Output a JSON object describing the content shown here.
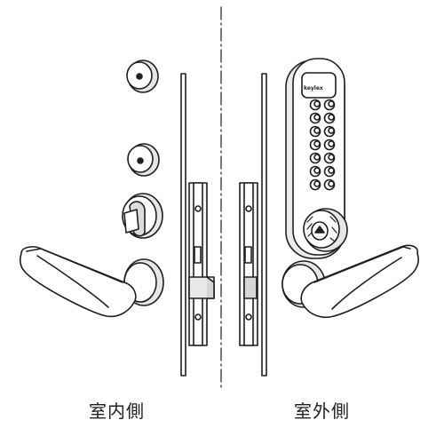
{
  "labels": {
    "inside": "室内側",
    "outside": "室外側"
  },
  "brand_mark": "keylex",
  "colors": {
    "line": "#1f1f1f",
    "fill": "#ffffff",
    "shade": "#d9d9d9"
  },
  "icons": {
    "keypad_buttons": "round-push-button",
    "divider": "dashed-line"
  }
}
